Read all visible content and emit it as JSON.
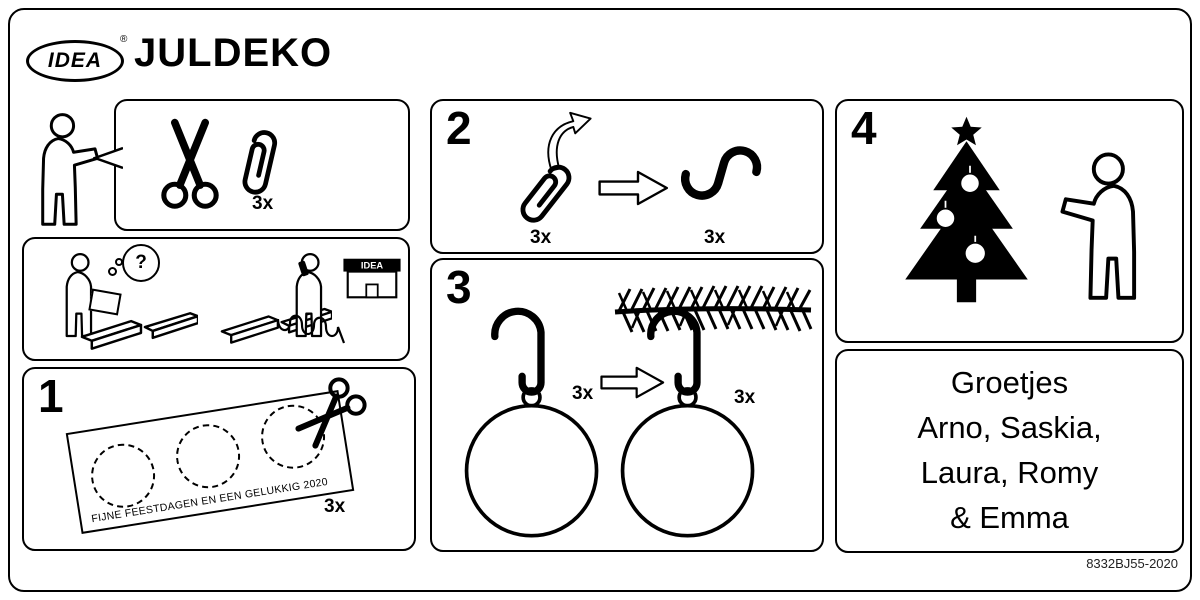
{
  "brand": {
    "logo": "IDEA",
    "registered": "®"
  },
  "title": "JULDEKO",
  "doc_code": "8332BJ55-2020",
  "colors": {
    "ink": "#000000",
    "paper": "#ffffff"
  },
  "icons": [
    "person-icon",
    "scissors-icon",
    "paperclip-icon",
    "question-icon",
    "wood-boards-icon",
    "phone-icon",
    "phone-cord-icon",
    "store-icon",
    "block-arrow-icon",
    "bend-arrow-icon",
    "s-hook-icon",
    "j-hook-icon",
    "bauble-icon",
    "pine-branch-icon",
    "christmas-tree-icon",
    "star-icon"
  ],
  "panels": {
    "tools": {
      "qty": "3x"
    },
    "help": {
      "question": "?",
      "store_sign": "IDEA"
    },
    "step1": {
      "number": "1",
      "sheet_text": "FIJNE FEESTDAGEN EN EEN GELUKKIG 2020",
      "qty": "3x"
    },
    "step2": {
      "number": "2",
      "qty_before": "3x",
      "qty_after": "3x"
    },
    "step3": {
      "number": "3",
      "qty_before": "3x",
      "qty_after": "3x"
    },
    "step4": {
      "number": "4"
    },
    "greeting": {
      "line1": "Groetjes",
      "line2": "Arno, Saskia,",
      "line3": "Laura, Romy",
      "line4": "& Emma"
    }
  }
}
